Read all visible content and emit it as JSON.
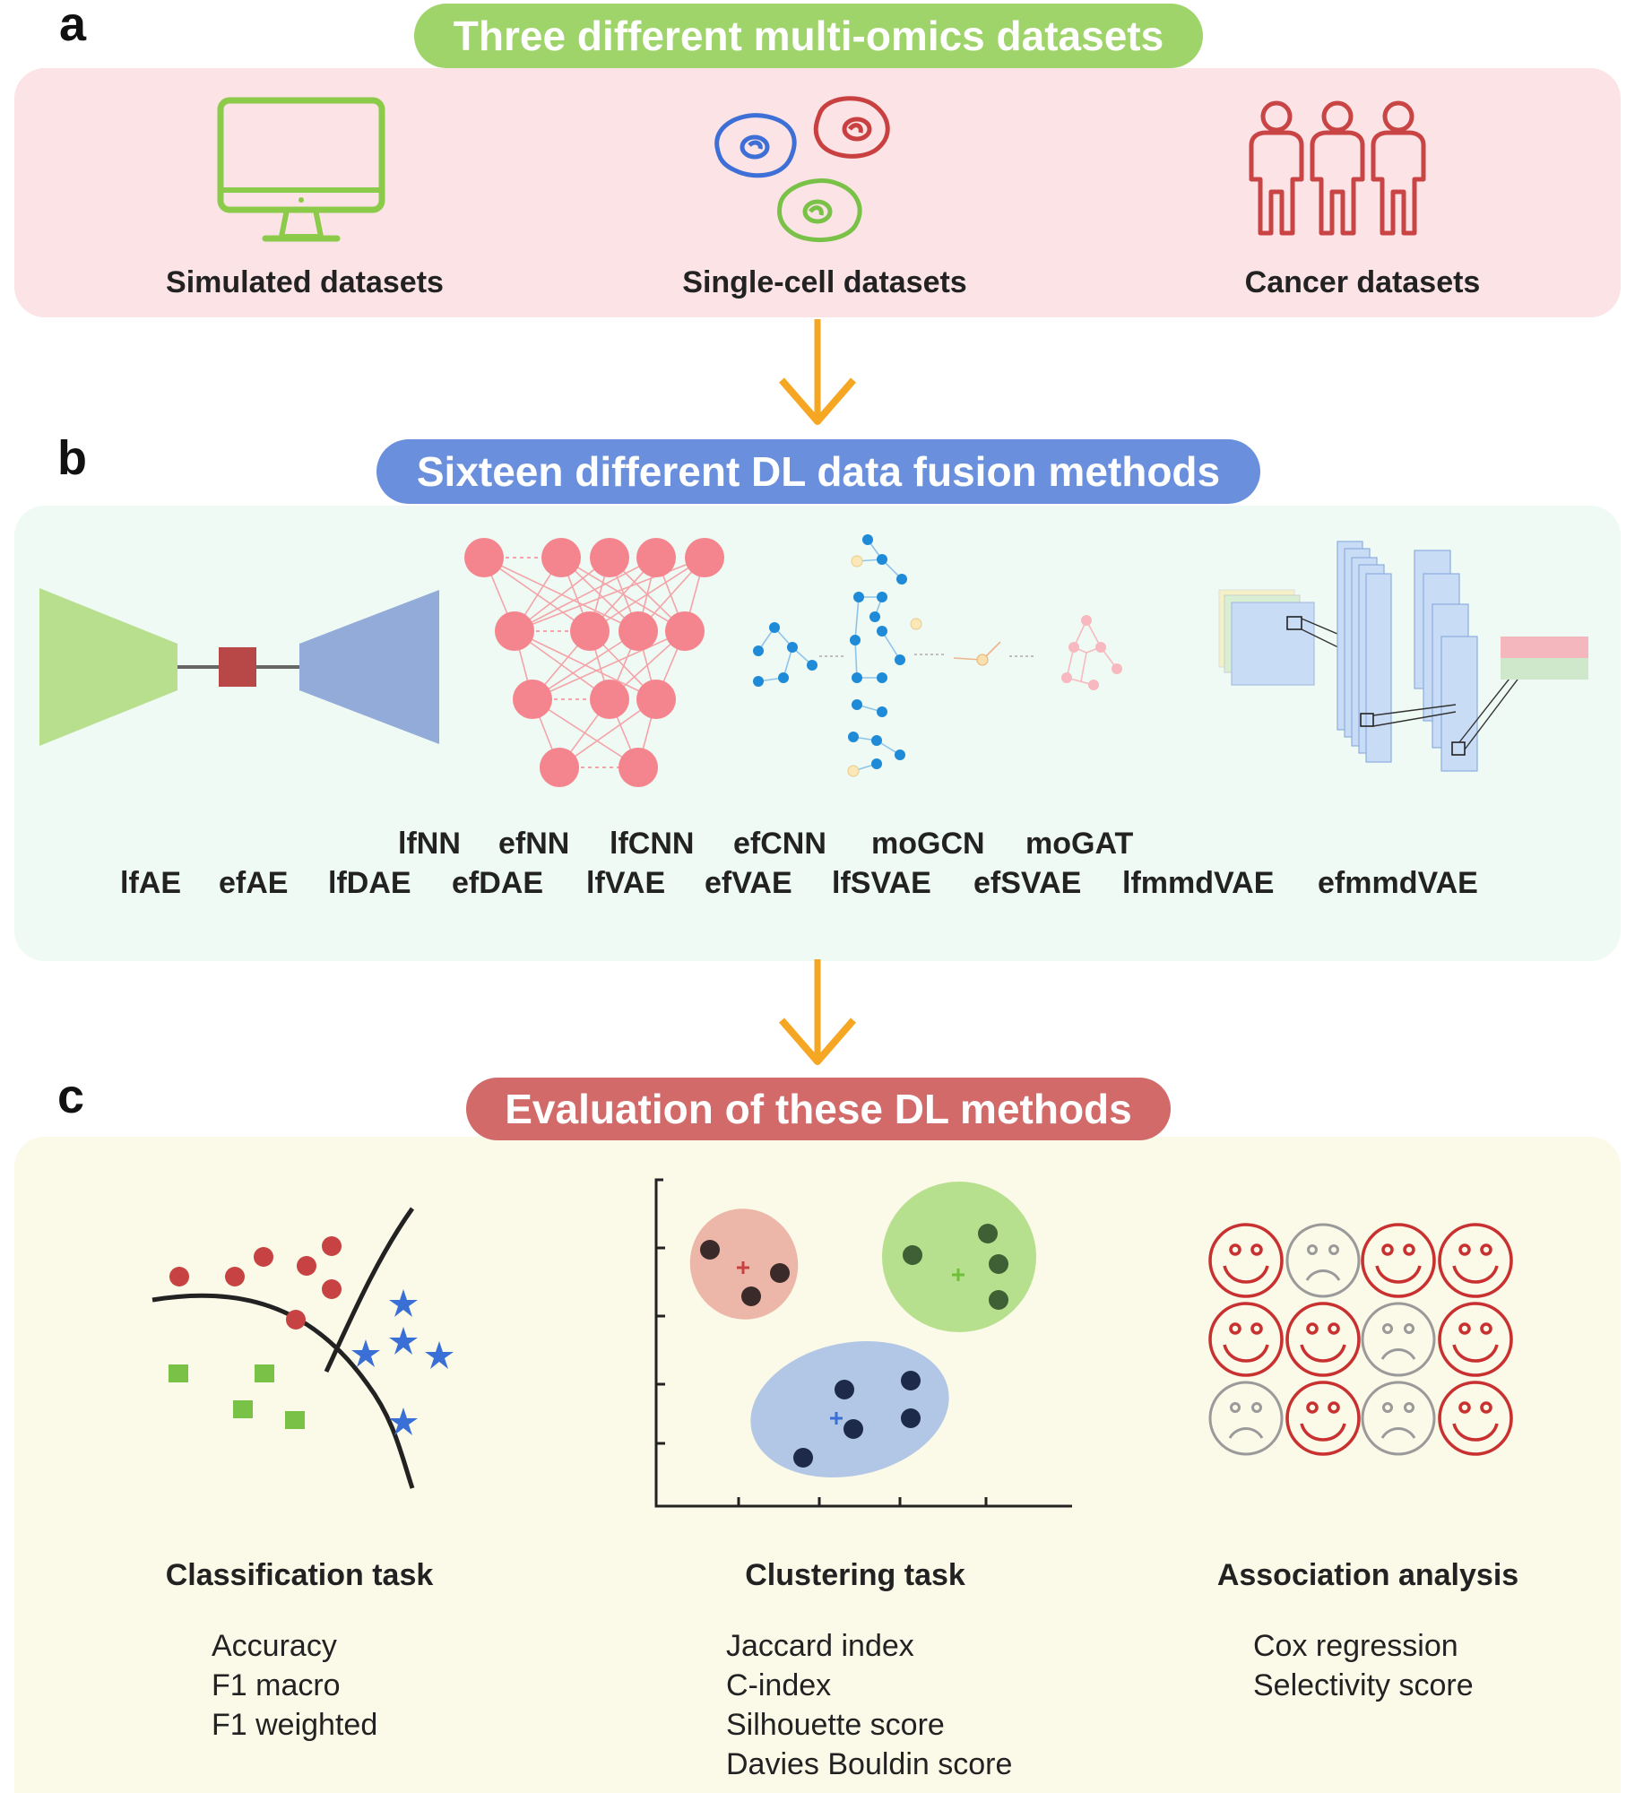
{
  "panels": {
    "a": {
      "letter": "a",
      "title": "Three different multi-omics datasets",
      "datasets": [
        {
          "label": "Simulated datasets",
          "icon": "monitor-icon"
        },
        {
          "label": "Single-cell datasets",
          "icon": "cells-icon"
        },
        {
          "label": "Cancer datasets",
          "icon": "people-icon"
        }
      ]
    },
    "b": {
      "letter": "b",
      "title": "Sixteen different DL data fusion methods",
      "methods_row1": [
        "lfNN",
        "efNN",
        "lfCNN",
        "efCNN",
        "moGCN",
        "moGAT"
      ],
      "methods_row2": [
        "lfAE",
        "efAE",
        "lfDAE",
        "efDAE",
        "lfVAE",
        "efVAE",
        "lfSVAE",
        "efSVAE",
        "lfmmdVAE",
        "efmmdVAE"
      ]
    },
    "c": {
      "letter": "c",
      "title": "Evaluation of these DL methods",
      "tasks": [
        {
          "label": "Classification task",
          "metrics": [
            "Accuracy",
            "F1 macro",
            "F1 weighted"
          ]
        },
        {
          "label": "Clustering task",
          "metrics": [
            "Jaccard index",
            "C-index",
            "Silhouette score",
            "Davies Bouldin score"
          ]
        },
        {
          "label": "Association analysis",
          "metrics": [
            "Cox regression",
            "Selectivity score"
          ]
        }
      ]
    }
  },
  "colors": {
    "title_a": "#9fd46b",
    "title_b": "#6a8fdc",
    "title_c": "#d26a6a",
    "box_a": "#fbe3e6",
    "box_b": "#eefaf3",
    "box_c": "#fbf9e8",
    "arrow": "#f5a623"
  }
}
